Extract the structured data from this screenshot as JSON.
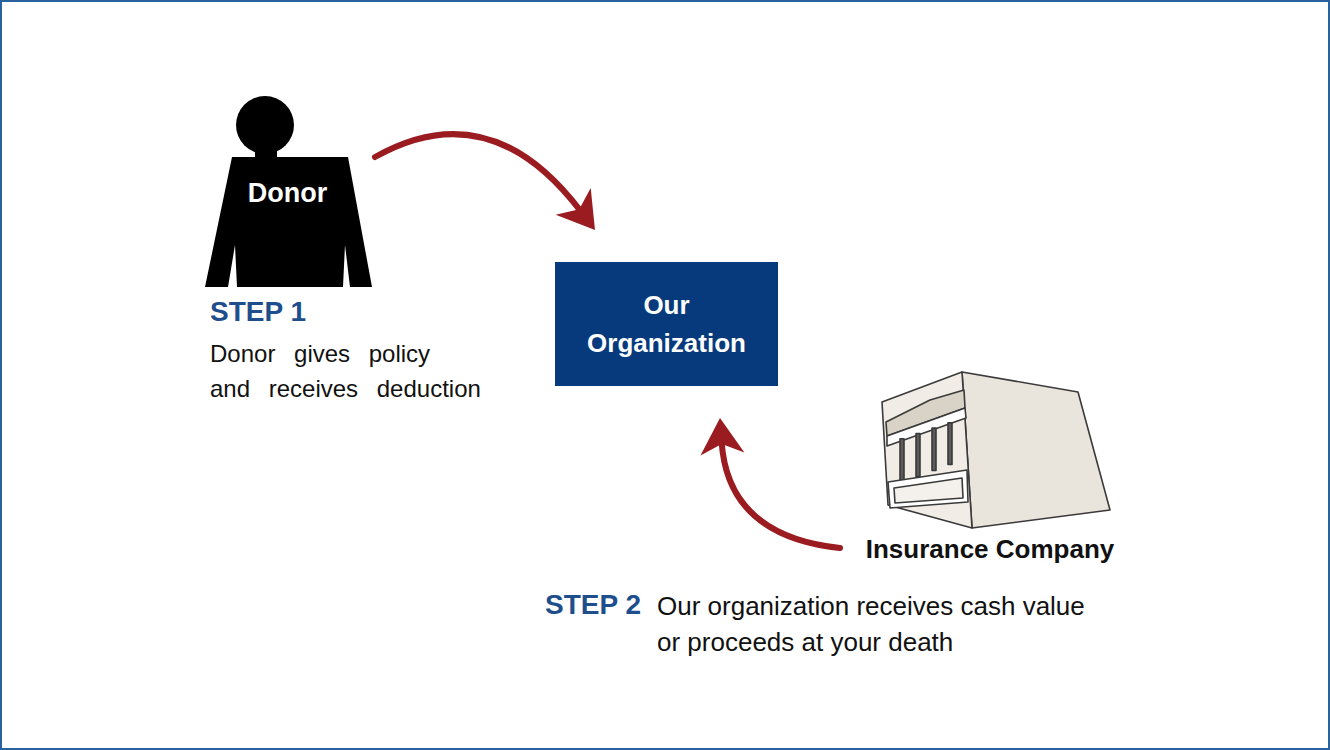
{
  "diagram": {
    "nodes": [
      {
        "text": [
          "Donor"
        ]
      },
      {
        "text": [
          "Our Organization"
        ]
      },
      {
        "text": [
          "Insurance Company"
        ]
      }
    ],
    "edges": [
      {
        "from": 0,
        "to": 1,
        "arrow": "to"
      },
      {
        "from": 2,
        "to": 1,
        "arrow": "to"
      }
    ],
    "labels": [
      "STEP 1",
      "Donor gives policy and receives deduction",
      "STEP 2",
      "Our organization receives cash value or proceeds at your death"
    ]
  }
}
